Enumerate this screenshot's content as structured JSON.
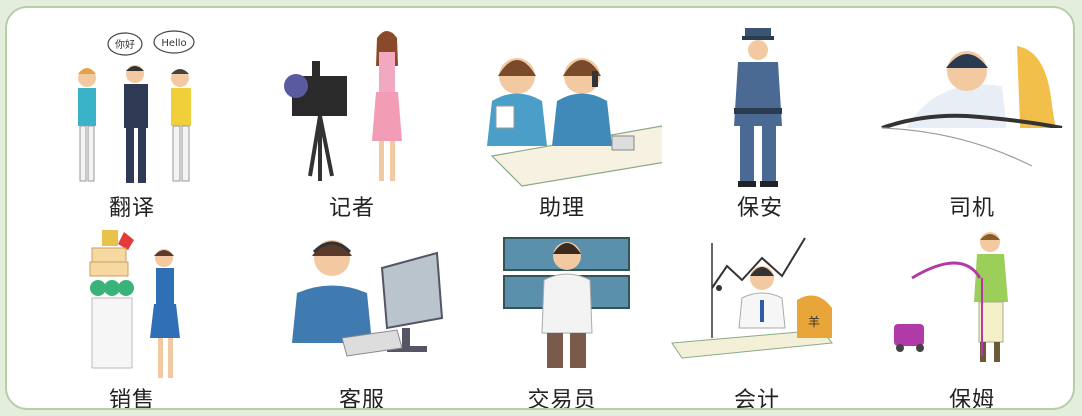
{
  "row1": [
    {
      "label": "翻译",
      "bubble1": "你好",
      "bubble2": "Hello"
    },
    {
      "label": "记者"
    },
    {
      "label": "助理"
    },
    {
      "label": "保安"
    },
    {
      "label": "司机"
    }
  ],
  "row2": [
    {
      "label": "销售"
    },
    {
      "label": "客服"
    },
    {
      "label": "交易员"
    },
    {
      "label": "会计",
      "bag_text": "羊"
    },
    {
      "label": "保姆"
    }
  ]
}
